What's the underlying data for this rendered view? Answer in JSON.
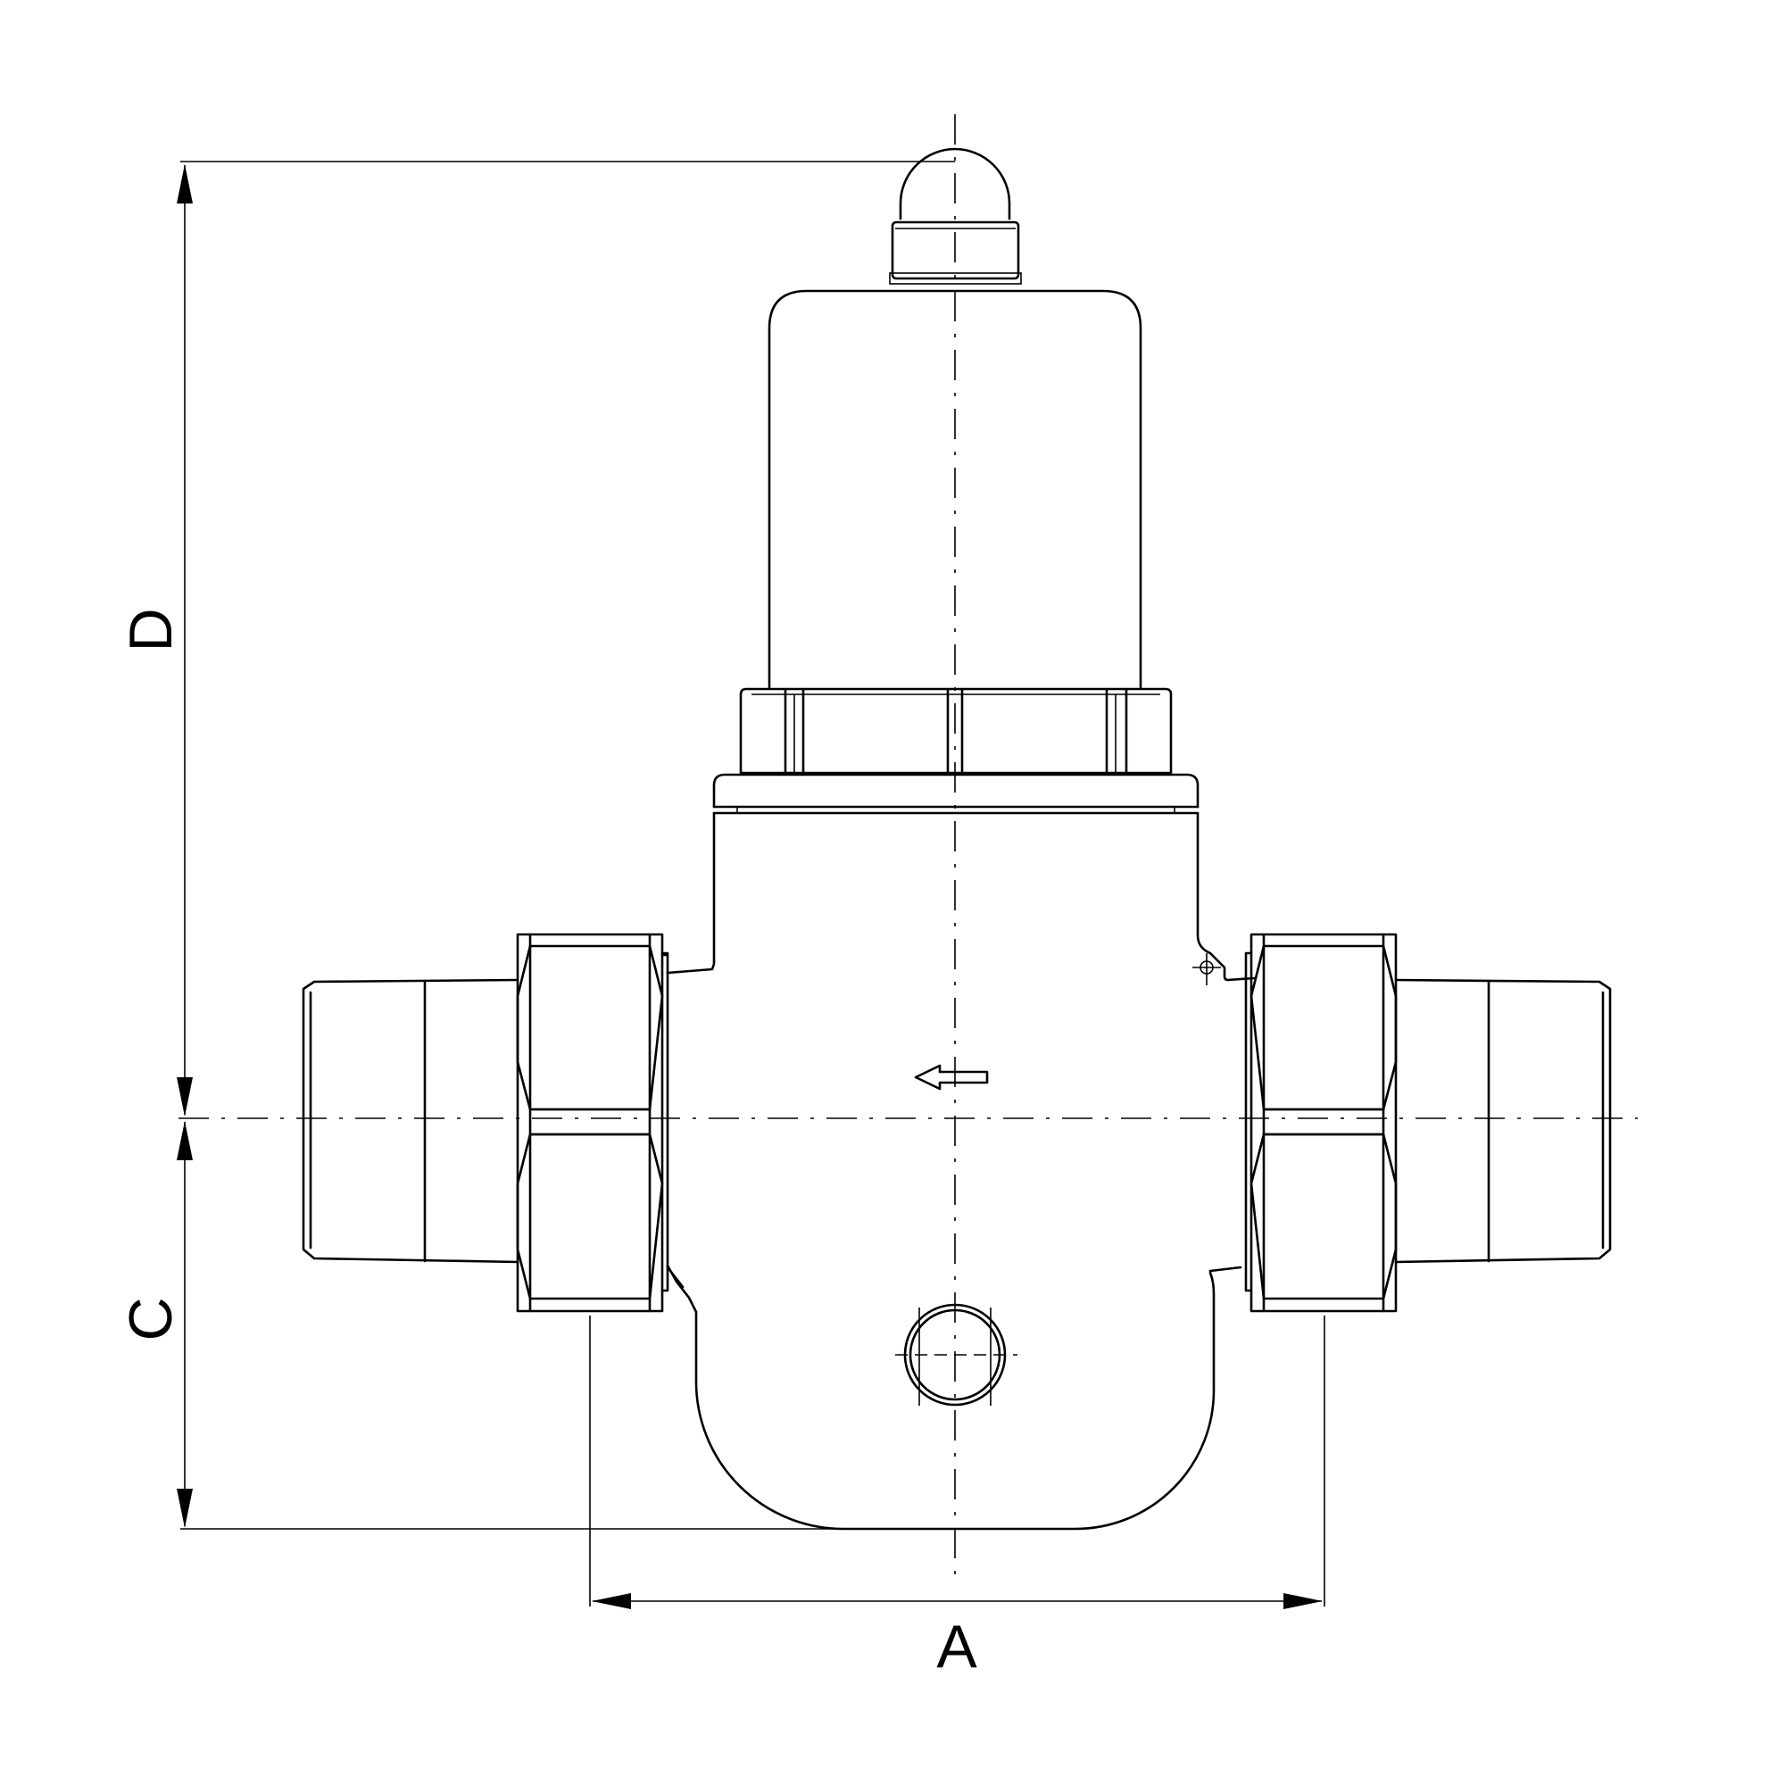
{
  "dimensions": {
    "a": "A",
    "c": "C",
    "d": "D"
  }
}
